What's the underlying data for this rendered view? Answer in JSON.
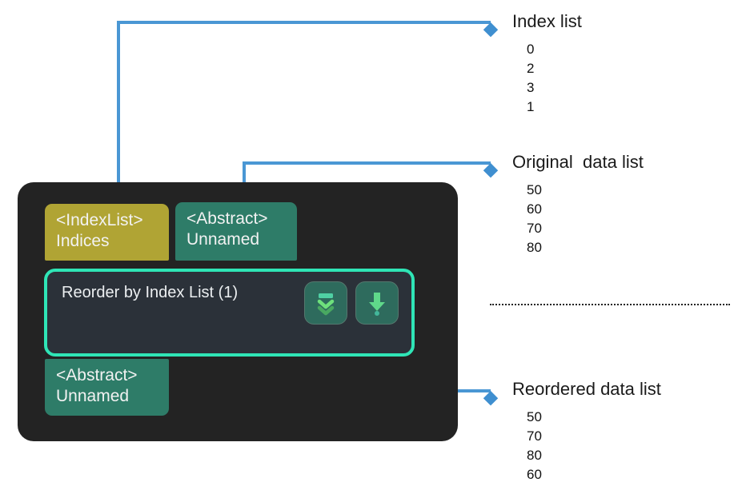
{
  "graph": {
    "nodes": [
      {
        "id": "indexlist",
        "type": "<IndexList>",
        "name": "Indices",
        "color": "#b0a434"
      },
      {
        "id": "abstract_top",
        "type": "<Abstract>",
        "name": "Unnamed",
        "color": "#2e7c68"
      },
      {
        "id": "abstract_bottom",
        "type": "<Abstract>",
        "name": "Unnamed",
        "color": "#2e7c68"
      }
    ],
    "operator": {
      "label": "Reorder by Index List (1)",
      "selected": true,
      "selection_color": "#2fe5b6",
      "actions": [
        {
          "icon": "collapse-chevrons-down-icon",
          "color": "#5fd98a"
        },
        {
          "icon": "download-arrow-icon",
          "color": "#5fd98a"
        }
      ]
    },
    "panel_color": "#232323",
    "connector_color": "#4a97d4"
  },
  "annotations": [
    {
      "id": "index_list",
      "title": "Index list",
      "values": [
        "0",
        "2",
        "3",
        "1"
      ]
    },
    {
      "id": "original_data_list",
      "title": "Original  data list",
      "values": [
        "50",
        "60",
        "70",
        "80"
      ]
    },
    {
      "id": "reordered_data_list",
      "title": "Reordered data list",
      "values": [
        "50",
        "70",
        "80",
        "60"
      ]
    }
  ]
}
